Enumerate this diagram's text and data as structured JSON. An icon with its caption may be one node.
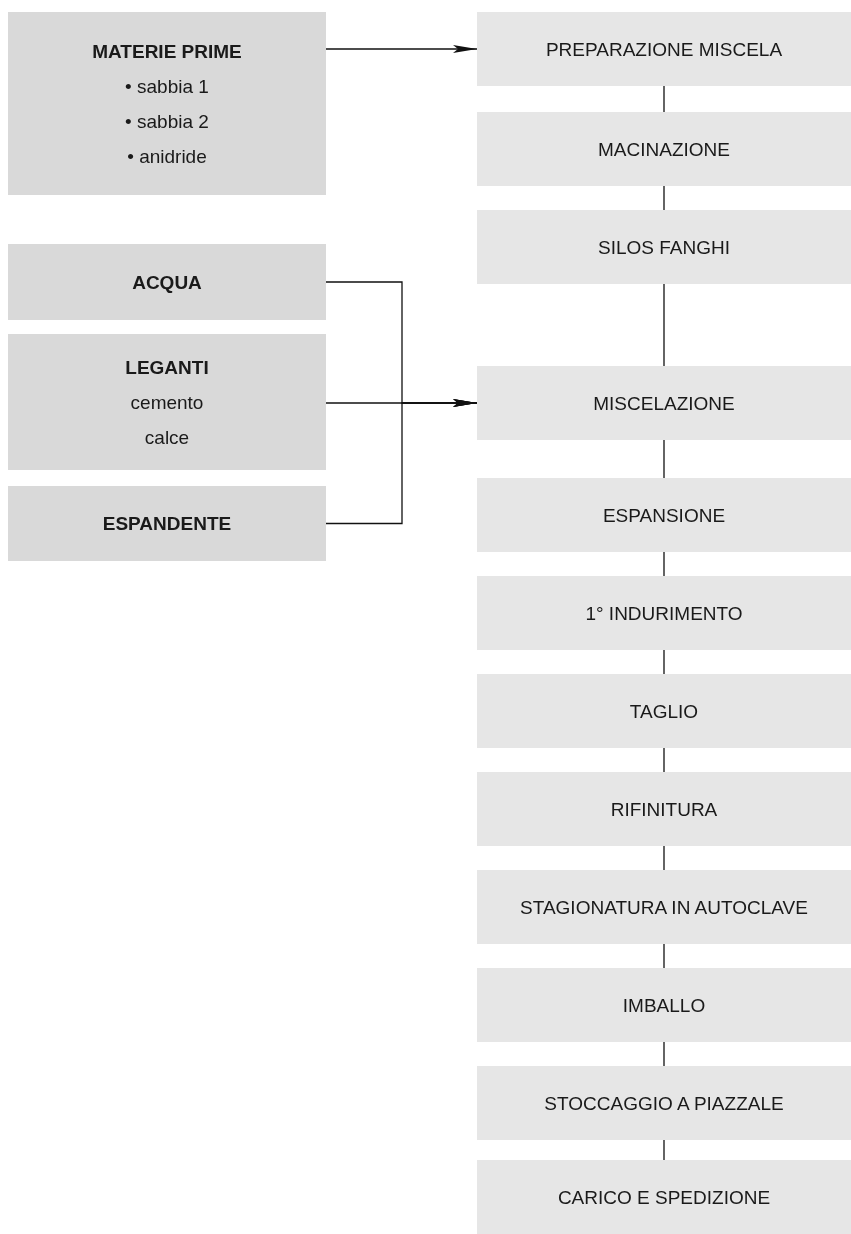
{
  "diagram": {
    "nodes": [
      {
        "text": [
          "MATERIE PRIME",
          "• sabbia 1",
          "• sabbia 2",
          "• anidride"
        ]
      },
      {
        "text": [
          "ACQUA"
        ]
      },
      {
        "text": [
          "LEGANTI",
          "cemento",
          "calce"
        ]
      },
      {
        "text": [
          "ESPANDENTE"
        ]
      },
      {
        "text": [
          "PREPARAZIONE MISCELA"
        ]
      },
      {
        "text": [
          "MACINAZIONE"
        ]
      },
      {
        "text": [
          "SILOS FANGHI"
        ]
      },
      {
        "text": [
          "MISCELAZIONE"
        ]
      },
      {
        "text": [
          "ESPANSIONE"
        ]
      },
      {
        "text": [
          "1° INDURIMENTO"
        ]
      },
      {
        "text": [
          "TAGLIO"
        ]
      },
      {
        "text": [
          "RIFINITURA"
        ]
      },
      {
        "text": [
          "STAGIONATURA IN AUTOCLAVE"
        ]
      },
      {
        "text": [
          "IMBALLO"
        ]
      },
      {
        "text": [
          "STOCCAGGIO A PIAZZALE"
        ]
      },
      {
        "text": [
          "CARICO E SPEDIZIONE"
        ]
      }
    ],
    "edges": [
      {
        "from": 0,
        "to": 4,
        "arrow": "to"
      },
      {
        "from": 1,
        "to": 7,
        "arrow": "to"
      },
      {
        "from": 2,
        "to": 7,
        "arrow": "to"
      },
      {
        "from": 3,
        "to": 7,
        "arrow": "to"
      },
      {
        "from": 4,
        "to": 5,
        "arrow": "none"
      },
      {
        "from": 5,
        "to": 6,
        "arrow": "none"
      },
      {
        "from": 6,
        "to": 7,
        "arrow": "none"
      },
      {
        "from": 7,
        "to": 8,
        "arrow": "none"
      },
      {
        "from": 8,
        "to": 9,
        "arrow": "none"
      },
      {
        "from": 9,
        "to": 10,
        "arrow": "none"
      },
      {
        "from": 10,
        "to": 11,
        "arrow": "none"
      },
      {
        "from": 11,
        "to": 12,
        "arrow": "none"
      },
      {
        "from": 12,
        "to": 13,
        "arrow": "none"
      },
      {
        "from": 13,
        "to": 14,
        "arrow": "none"
      },
      {
        "from": 14,
        "to": 15,
        "arrow": "none"
      }
    ]
  }
}
